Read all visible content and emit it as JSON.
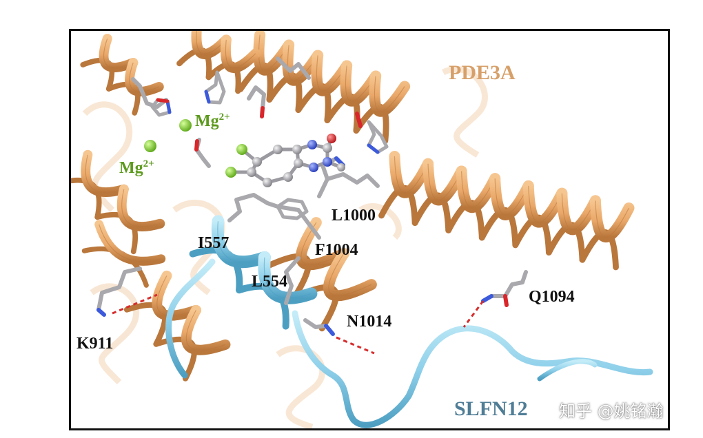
{
  "colors": {
    "pde3a_helix": "#e9a869",
    "pde3a_helix_dark": "#b9773c",
    "slfn12_helix": "#8fd0ea",
    "slfn12_helix_dark": "#4d9fc2",
    "ligand_grey": "#a9a9ad",
    "nitrogen": "#3c5adb",
    "oxygen": "#d8262b",
    "chlorine": "#42d13a",
    "magnesium": "#7ed321",
    "mg_label": "#5d9a1e",
    "pde3a_label": "#d7a06a",
    "slfn12_label": "#4f7d96",
    "hbond": "#d62d2d",
    "frame": "#111111"
  },
  "labels": {
    "pde3a": "PDE3A",
    "slfn12": "SLFN12",
    "mg_1": "Mg",
    "mg_1_charge": "2+",
    "mg_2": "Mg",
    "mg_2_charge": "2+",
    "l1000": "L1000",
    "i557": "I557",
    "f1004": "F1004",
    "l554": "L554",
    "q1094": "Q1094",
    "n1014": "N1014",
    "k911": "K911",
    "watermark": "知乎 @姚铭瀚"
  }
}
